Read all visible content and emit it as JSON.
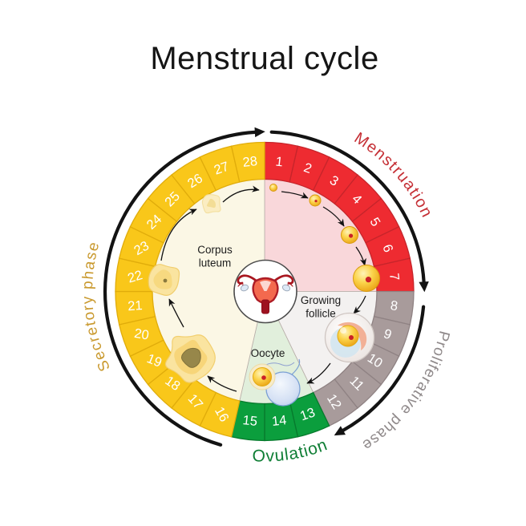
{
  "title": "Menstrual cycle",
  "chart_data": {
    "type": "circular-cycle-diagram",
    "total_days": 28,
    "flow_direction": "clockwise",
    "day_number_color": "#FFFFFF",
    "phases": [
      {
        "id": "menstruation",
        "name": "Menstruation",
        "days": [
          1,
          2,
          3,
          4,
          5,
          6,
          7
        ],
        "ring_color": "#EE2B31",
        "ring_border": "#C6252B",
        "inner_color": "#F9D7DA",
        "label_color": "#C52F35"
      },
      {
        "id": "proliferative",
        "name": "Proliferative phase",
        "days": [
          8,
          9,
          10,
          11,
          12
        ],
        "ring_color": "#A89B9B",
        "ring_border": "#8F8283",
        "inner_color": "#F3F1F0",
        "label_color": "#8F898A"
      },
      {
        "id": "ovulation",
        "name": "Ovulation",
        "days": [
          13,
          14,
          15
        ],
        "ring_color": "#0B9E3D",
        "ring_border": "#077A2D",
        "inner_color": "#E1EFDC",
        "label_color": "#0F7E35"
      },
      {
        "id": "secretory",
        "name": "Secretory phase",
        "days": [
          16,
          17,
          18,
          19,
          20,
          21,
          22,
          23,
          24,
          25,
          26,
          27,
          28
        ],
        "ring_color": "#F9C71A",
        "ring_border": "#E0AC0B",
        "inner_color": "#FBF7E5",
        "label_color": "#C9992E"
      }
    ],
    "annotations": {
      "corpus_luteum": {
        "lines": [
          "Corpus",
          "luteum"
        ]
      },
      "growing_follicle": {
        "lines": [
          "Growing",
          "follicle"
        ]
      },
      "oocyte": {
        "lines": [
          "Oocyte"
        ]
      }
    }
  },
  "icons": [
    "uterus-icon",
    "developing-follicle-icon-1",
    "developing-follicle-icon-2",
    "developing-follicle-icon-3",
    "developing-follicle-icon-4",
    "mature-follicle-icon",
    "released-oocyte-icon",
    "corpus-luteum-large-icon",
    "corpus-luteum-medium-icon",
    "corpus-luteum-small-icon"
  ]
}
